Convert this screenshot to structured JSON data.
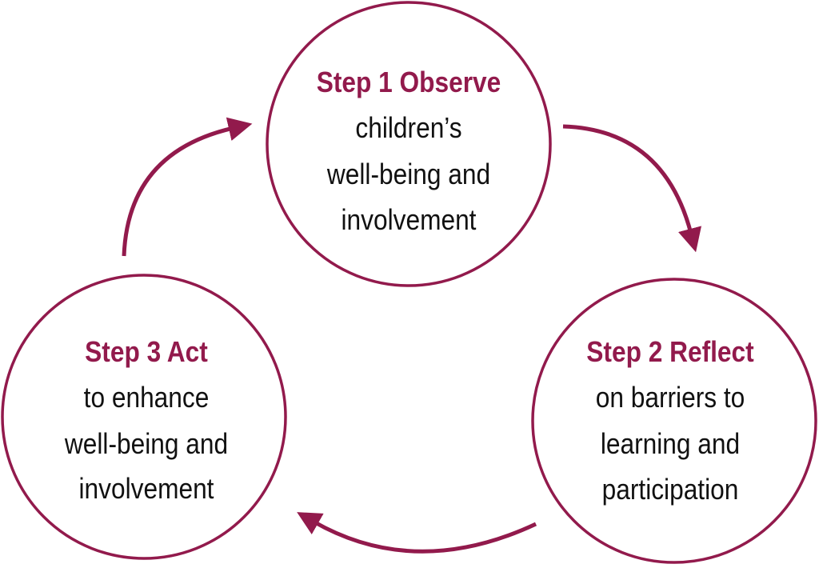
{
  "accent_color": "#921a4c",
  "steps": [
    {
      "title": "Step 1 Observe",
      "lines": [
        "children’s",
        "well-being and",
        "involvement"
      ]
    },
    {
      "title": "Step 2 Reflect",
      "lines": [
        "on barriers to",
        "learning and",
        "participation"
      ]
    },
    {
      "title": "Step 3 Act",
      "lines": [
        "to enhance",
        "well-being and",
        "involvement"
      ]
    }
  ]
}
